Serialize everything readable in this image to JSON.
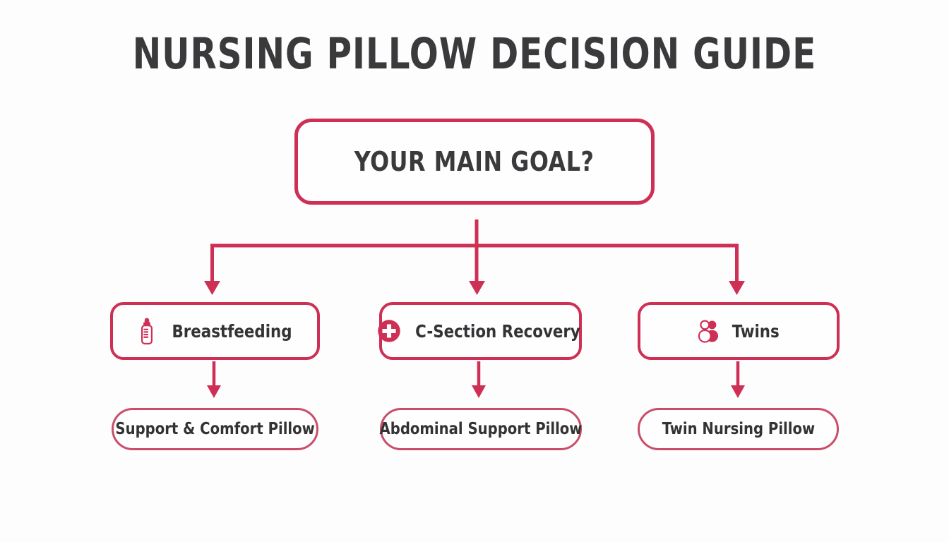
{
  "page": {
    "title": "Nursing Pillow Decision Guide",
    "background_color": "#FDFDFE",
    "accent_color": "#CE3055",
    "text_color": "#3A3A3C"
  },
  "flowchart": {
    "type": "decision-tree",
    "root": {
      "label": "Your Main Goal?",
      "node_type": "decision"
    },
    "branches": [
      {
        "label": "Breastfeeding",
        "icon": "baby-bottle-icon",
        "result": "Support & Comfort Pillow"
      },
      {
        "label": "C-Section Recovery",
        "icon": "medical-cross-icon",
        "result": "Abdominal Support Pillow"
      },
      {
        "label": "Twins",
        "icon": "twins-icon",
        "result": "Twin Nursing Pillow"
      }
    ]
  }
}
